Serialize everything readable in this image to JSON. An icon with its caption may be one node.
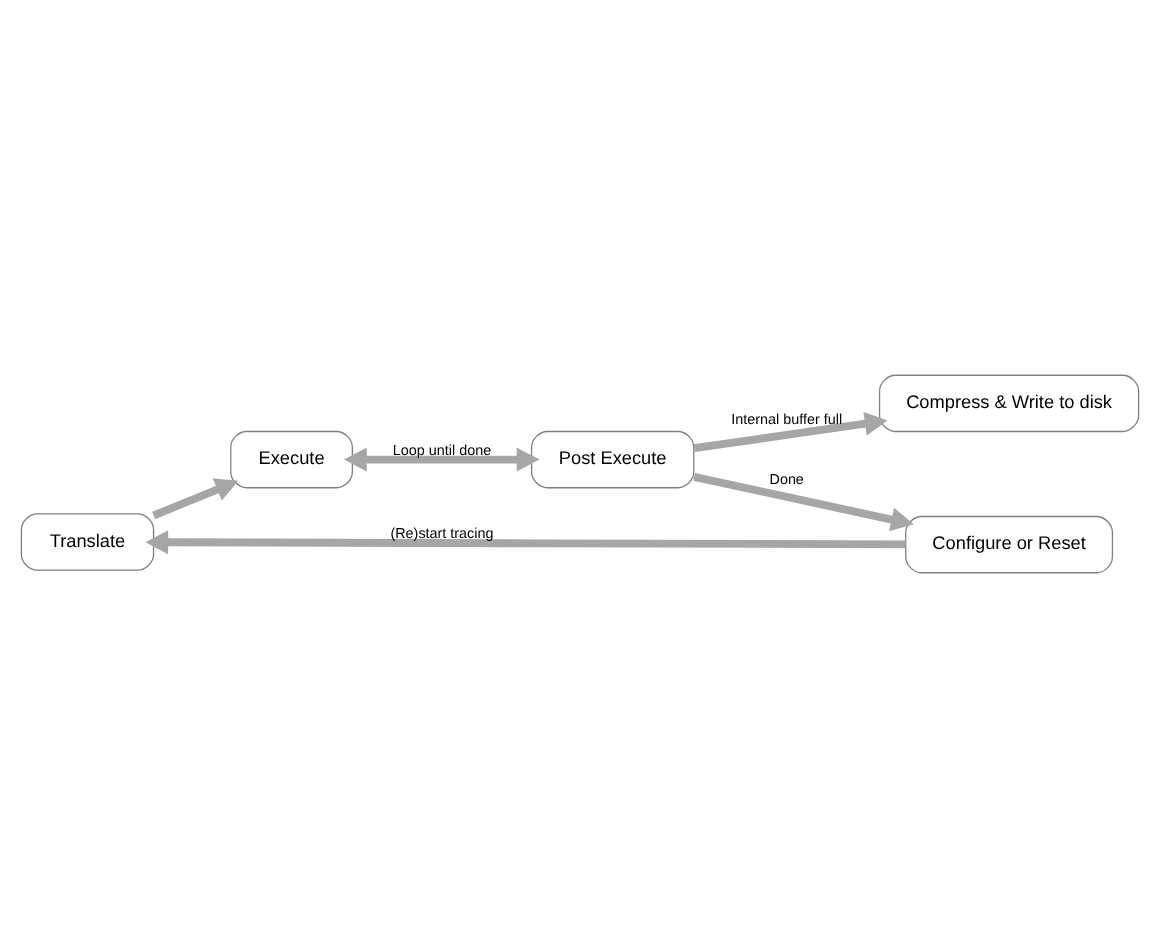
{
  "diagram": {
    "nodes": [
      {
        "text": [
          "Translate"
        ]
      },
      {
        "text": [
          "Execute"
        ]
      },
      {
        "text": [
          "Configure or Reset"
        ]
      },
      {
        "text": [
          "Post Execute"
        ]
      },
      {
        "text": [
          "Compress & Write to disk"
        ]
      }
    ],
    "edges": [
      {
        "from": 2,
        "to": 0,
        "arrow": "to",
        "label": "(Re)start tracing"
      },
      {
        "from": 0,
        "to": 1,
        "arrow": "to"
      },
      {
        "from": 1,
        "to": 3,
        "arrow": "both",
        "label": "Loop until done"
      },
      {
        "from": 3,
        "to": 2,
        "arrow": "to",
        "label": "Done"
      },
      {
        "from": 3,
        "to": 4,
        "arrow": "to",
        "label": "Internal buffer full"
      }
    ]
  }
}
